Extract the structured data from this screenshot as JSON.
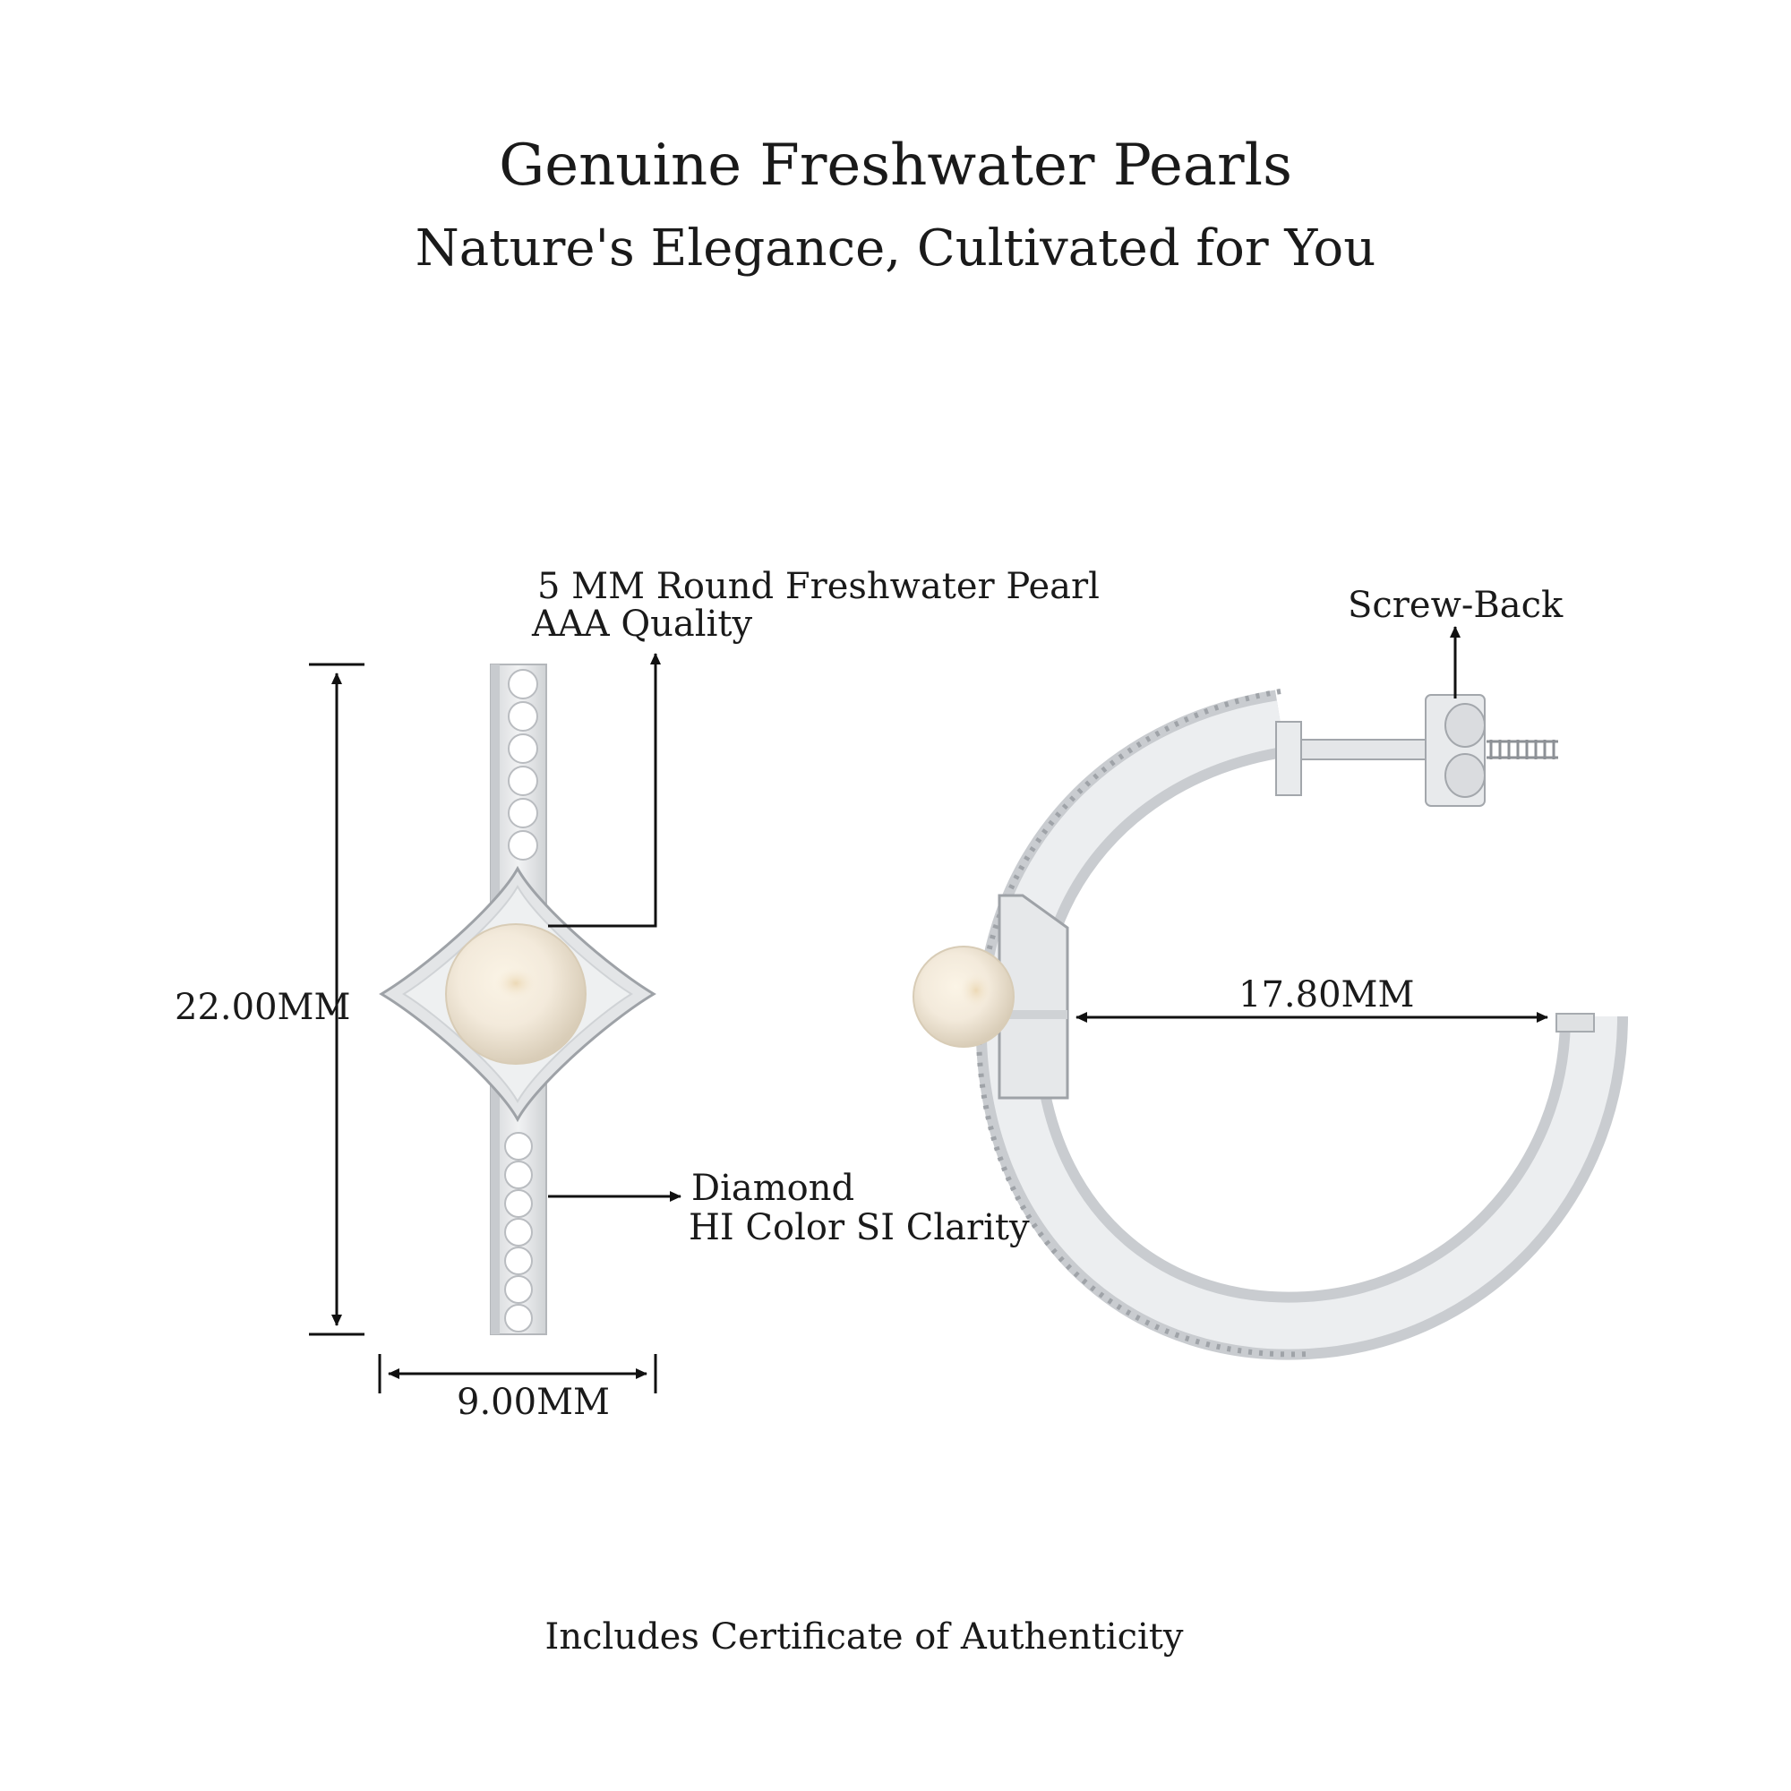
{
  "header": {
    "title": "Genuine Freshwater Pearls",
    "subtitle": "Nature's Elegance, Cultivated for You"
  },
  "front_view": {
    "pearl_label_line1": "5 MM Round Freshwater Pearl",
    "pearl_label_line2": "AAA Quality",
    "height_label": "22.00MM",
    "width_label": "9.00MM",
    "diamond_label_line1": "Diamond",
    "diamond_label_line2": "HI Color SI Clarity"
  },
  "side_view": {
    "backing_label": "Screw-Back",
    "diameter_label": "17.80MM"
  },
  "footer": {
    "note": "Includes Certificate of Authenticity"
  },
  "colors": {
    "metal": "#e6e7e9",
    "metal_shadow": "#b9bcc0",
    "pearl": "#f6efe3",
    "ink": "#111111"
  }
}
